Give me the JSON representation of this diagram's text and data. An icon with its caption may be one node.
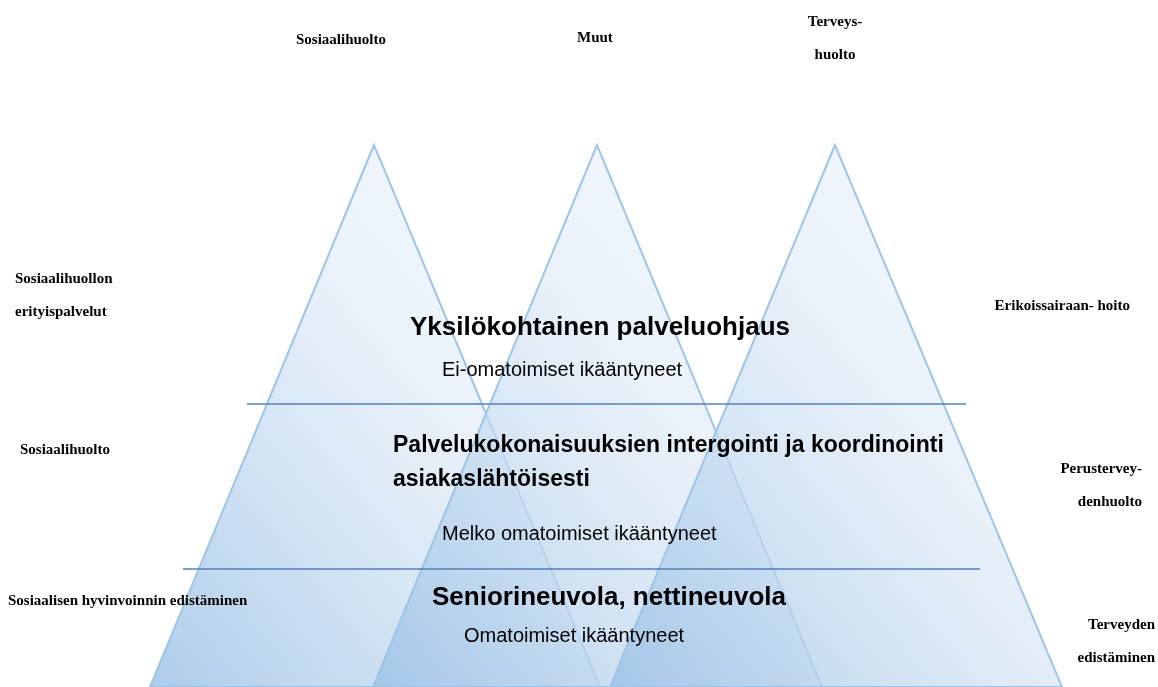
{
  "diagram": {
    "labels": [
      "Sosiaalihuolto",
      "Muut",
      "Terveys- huolto",
      "Sosiaalihuollon erityispalvelut",
      "Erikoissairaan- hoito",
      "Yksilökohtainen palveluohjaus",
      "Ei-omatoimiset ikääntyneet",
      "Sosiaalihuolto",
      "Palvelukokonaisuuksien intergointi ja koordinointi asiakaslähtöisesti",
      "Perustervey- denhuolto",
      "Melko omatoimiset ikääntyneet",
      "Sosiaalisen hyvinvoinnin edistäminen",
      "Seniorineuvola, nettineuvola",
      "Omatoimiset ikääntyneet",
      "Terveyden edistäminen"
    ]
  }
}
